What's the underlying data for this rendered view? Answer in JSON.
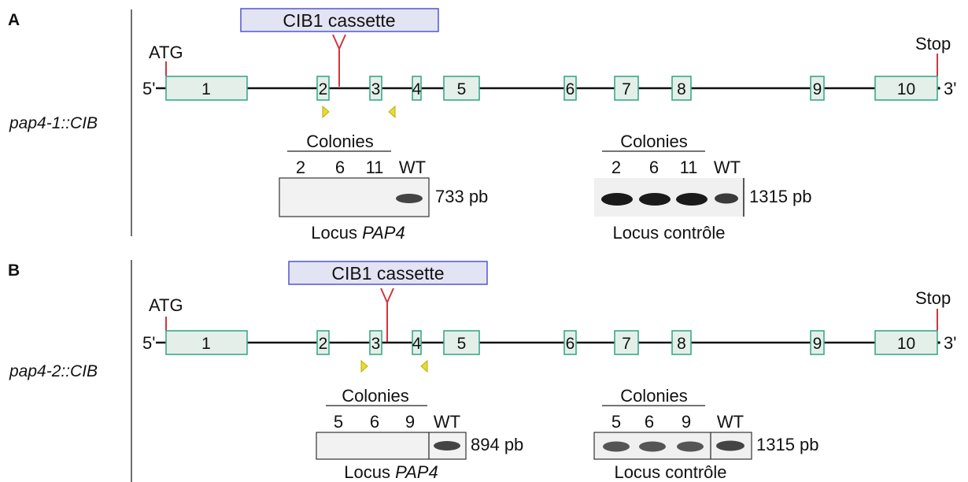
{
  "panels": [
    {
      "letter": "A",
      "genotype": "pap4-1::CIB",
      "cassette": "CIB1 cassette",
      "start_label": "ATG",
      "stop_label": "Stop",
      "five_prime": "5'",
      "three_prime": "3'",
      "exons": [
        "1",
        "2",
        "3",
        "4",
        "5",
        "6",
        "7",
        "8",
        "9",
        "10"
      ],
      "gels": [
        {
          "header": "Colonies",
          "lanes": [
            "2",
            "6",
            "11",
            "WT"
          ],
          "size": "733 pb",
          "caption_prefix": "Locus ",
          "caption_italic": "PAP4",
          "bands": [
            0,
            0,
            0,
            1
          ]
        },
        {
          "header": "Colonies",
          "lanes": [
            "2",
            "6",
            "11",
            "WT"
          ],
          "size": "1315 pb",
          "caption_prefix": "Locus contrôle",
          "caption_italic": "",
          "bands": [
            1,
            1,
            1,
            0.7
          ]
        }
      ]
    },
    {
      "letter": "B",
      "genotype": "pap4-2::CIB",
      "cassette": "CIB1 cassette",
      "start_label": "ATG",
      "stop_label": "Stop",
      "five_prime": "5'",
      "three_prime": "3'",
      "exons": [
        "1",
        "2",
        "3",
        "4",
        "5",
        "6",
        "7",
        "8",
        "9",
        "10"
      ],
      "gels": [
        {
          "header": "Colonies",
          "lanes": [
            "5",
            "6",
            "9",
            "WT"
          ],
          "size": "894 pb",
          "caption_prefix": "Locus ",
          "caption_italic": "PAP4",
          "bands": [
            0,
            0,
            0,
            1
          ]
        },
        {
          "header": "Colonies",
          "lanes": [
            "5",
            "6",
            "9",
            "WT"
          ],
          "size": "1315 pb",
          "caption_prefix": "Locus contrôle",
          "caption_italic": "",
          "bands": [
            0.8,
            0.8,
            0.8,
            0.9
          ]
        }
      ]
    }
  ],
  "colors": {
    "exon_fill": "#e4efe9",
    "exon_stroke": "#3aa88a",
    "cassette_fill": "#e2e3f3",
    "cassette_stroke": "#5c5fd6",
    "insertion": "#d0363d",
    "primer": "#e6dd2e"
  }
}
